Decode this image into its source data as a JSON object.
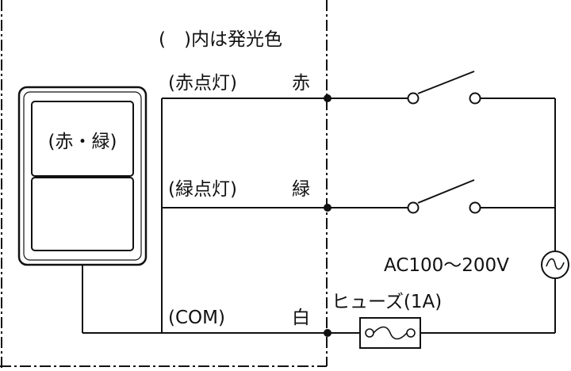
{
  "note": "(　)内は発光色",
  "lamp": {
    "color_label": "(赤・緑)"
  },
  "lines": [
    {
      "label": "(赤点灯)",
      "wire": "赤"
    },
    {
      "label": "(緑点灯)",
      "wire": "緑"
    },
    {
      "label": "(COM)",
      "wire": "白"
    }
  ],
  "power": {
    "label": "AC100～200V",
    "symbol": "〜"
  },
  "fuse": {
    "label": "ヒューズ(1A)"
  },
  "colors": {
    "line": "#111111",
    "boundary": "#111111",
    "lamp_body": "#111111"
  }
}
